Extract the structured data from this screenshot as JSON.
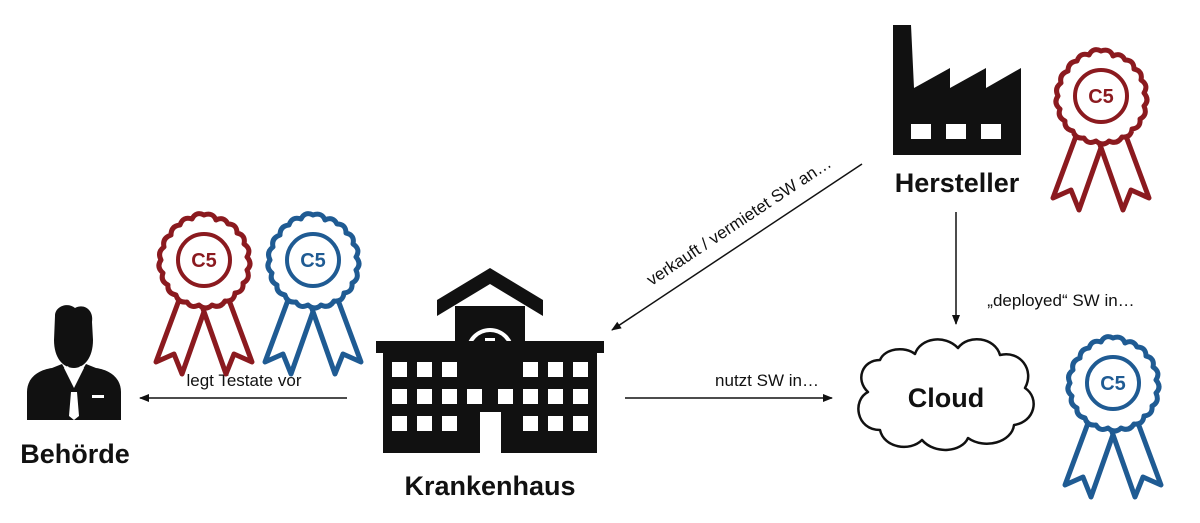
{
  "nodes": {
    "authority": {
      "label": "Behörde",
      "icon": "person-suit-icon"
    },
    "hospital": {
      "label": "Krankenhaus",
      "icon": "hospital-building-icon"
    },
    "manufacturer": {
      "label": "Hersteller",
      "icon": "factory-icon"
    },
    "cloud": {
      "label": "Cloud",
      "icon": "cloud-icon"
    }
  },
  "edges": {
    "hospital_to_authority": "legt Testate vor",
    "manufacturer_to_hospital": "verkauft / vermietet SW an…",
    "hospital_to_cloud": "nutzt SW in…",
    "manufacturer_to_cloud": "„deployed“ SW in…"
  },
  "badges": {
    "text": "C5",
    "red_color": "#8b1a1f",
    "blue_color": "#1f5b93"
  },
  "colors": {
    "icon": "#111111",
    "text": "#111111"
  }
}
